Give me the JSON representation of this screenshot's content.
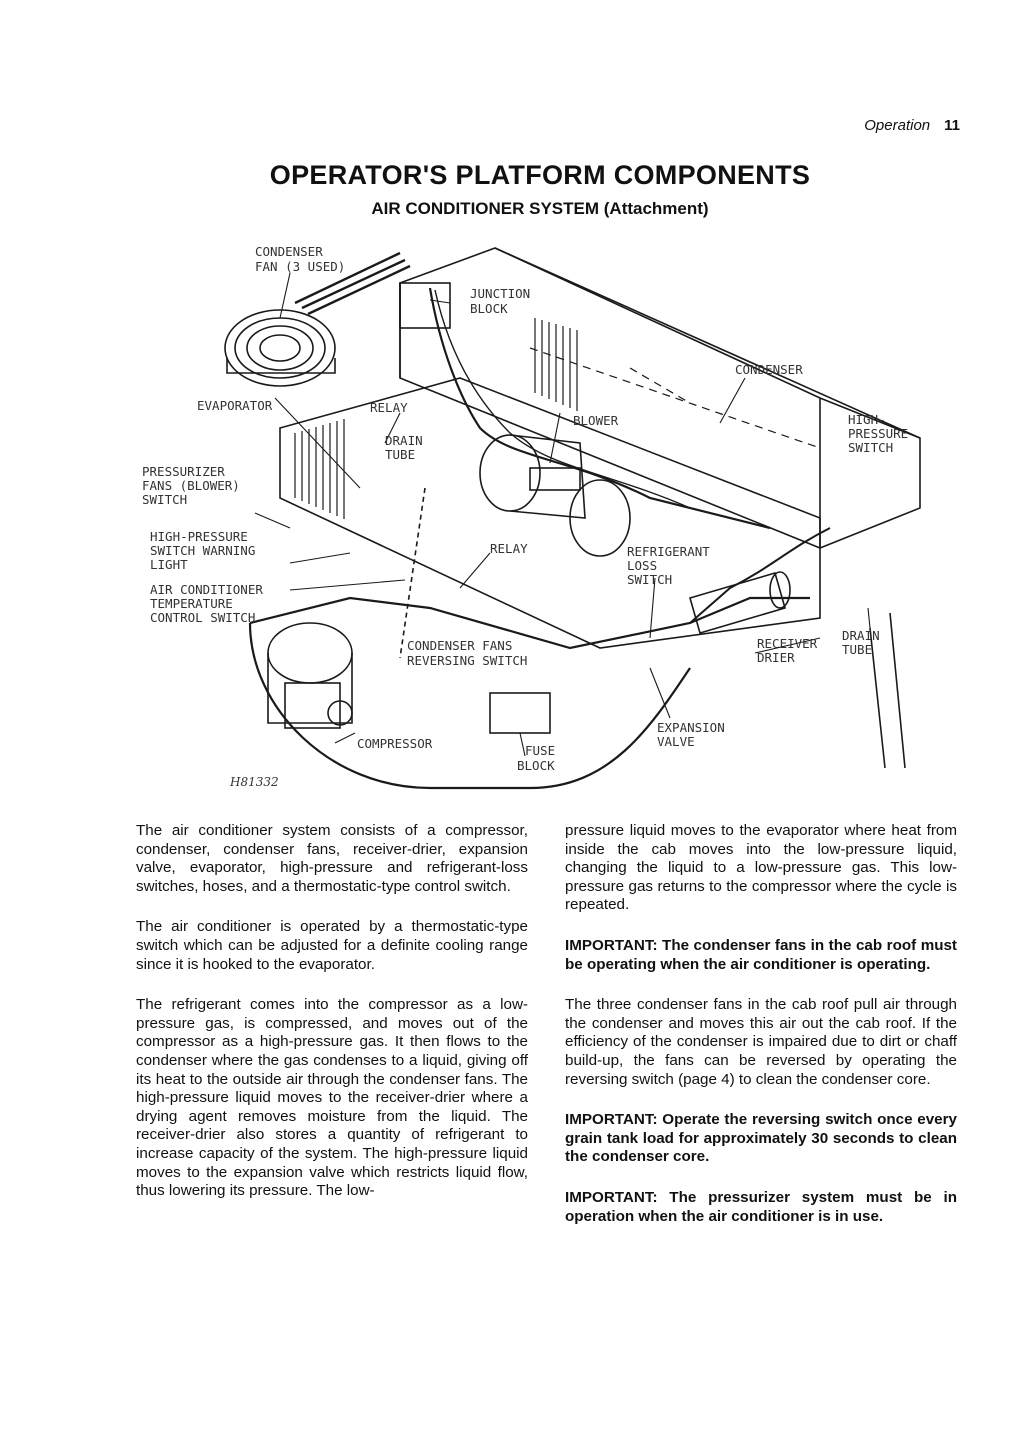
{
  "header": {
    "section": "Operation",
    "page_number": "11"
  },
  "title": "OPERATOR'S PLATFORM COMPONENTS",
  "subtitle": "AIR CONDITIONER SYSTEM (Attachment)",
  "figure": {
    "id_label": "H81332",
    "labels": {
      "condenser_fan_1": "CONDENSER",
      "condenser_fan_2": "FAN (3 USED)",
      "junction_block_1": "JUNCTION",
      "junction_block_2": "BLOCK",
      "condenser": "CONDENSER",
      "evaporator": "EVAPORATOR",
      "relay_top": "RELAY",
      "drain_tube_1": "DRAIN",
      "drain_tube_2": "TUBE",
      "blower": "BLOWER",
      "high_pressure_switch_1": "HIGH-",
      "high_pressure_switch_2": "PRESSURE",
      "high_pressure_switch_3": "SWITCH",
      "pressurizer_1": "PRESSURIZER",
      "pressurizer_2": "FANS (BLOWER)",
      "pressurizer_3": "SWITCH",
      "warning_light_1": "HIGH-PRESSURE",
      "warning_light_2": "SWITCH WARNING",
      "warning_light_3": "LIGHT",
      "relay_mid": "RELAY",
      "refrigerant_loss_1": "REFRIGERANT",
      "refrigerant_loss_2": "LOSS",
      "refrigerant_loss_3": "SWITCH",
      "temp_control_1": "AIR CONDITIONER",
      "temp_control_2": "TEMPERATURE",
      "temp_control_3": "CONTROL SWITCH",
      "drain_tube_right_1": "DRAIN",
      "drain_tube_right_2": "TUBE",
      "receiver_drier_1": "RECEIVER",
      "receiver_drier_2": "DRIER",
      "reversing_switch_1": "CONDENSER FANS",
      "reversing_switch_2": "REVERSING SWITCH",
      "expansion_valve_1": "EXPANSION",
      "expansion_valve_2": "VALVE",
      "compressor": "COMPRESSOR",
      "fuse_block_1": "FUSE",
      "fuse_block_2": "BLOCK"
    }
  },
  "body": {
    "left_column": [
      "The air conditioner system consists of a compressor, condenser, condenser fans, receiver-drier, expansion valve, evaporator, high-pressure and refrigerant-loss switches, hoses, and a thermostatic-type control switch.",
      "The air conditioner is operated by a thermostatic-type switch which can be adjusted for a definite cooling range since it is hooked to the evaporator.",
      "The refrigerant comes into the compressor as a low-pressure gas, is compressed, and moves out of the compressor as a high-pressure gas. It then flows to the condenser where the gas condenses to a liquid, giving off its heat to the outside air through the condenser fans. The high-pressure liquid moves to the receiver-drier where a drying agent removes moisture from the liquid. The receiver-drier also stores a quantity of refrigerant to increase capacity of the system. The high-pressure liquid moves to the expansion valve which restricts liquid flow, thus lowering its pressure. The low-"
    ],
    "right_column": [
      "pressure liquid moves to the evaporator where heat from inside the cab moves into the low-pressure liquid, changing the liquid to a low-pressure gas. This low-pressure gas returns to the compressor where the cycle is repeated.",
      "IMPORTANT: The condenser fans in the cab roof must be operating when the air conditioner is operating.",
      "The three condenser fans in the cab roof pull air through the condenser and moves this air out the cab roof. If the efficiency of the condenser is impaired due to dirt or chaff build-up, the fans can be reversed by operating the reversing switch (page 4) to clean the condenser core.",
      "IMPORTANT: Operate the reversing switch once every grain tank load for approximately 30 seconds to clean the condenser core.",
      "IMPORTANT: The pressurizer system must be in operation when the air conditioner is in use."
    ]
  }
}
